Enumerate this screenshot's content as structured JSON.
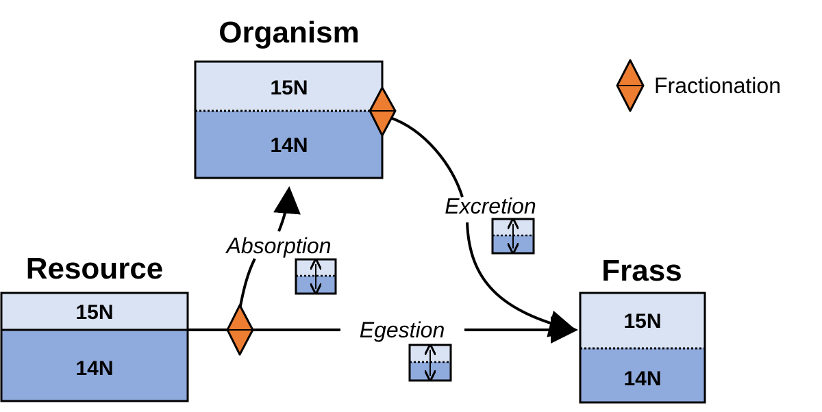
{
  "colors": {
    "light_blue": "#dae3f3",
    "dark_blue": "#8faadc",
    "orange": "#ed7d31",
    "outline": "#000000"
  },
  "legend": {
    "icon": "diamond-icon",
    "label": "Fractionation"
  },
  "pools": {
    "organism": {
      "title": "Organism",
      "upper": "15N",
      "lower": "14N"
    },
    "resource": {
      "title": "Resource",
      "upper": "15N",
      "lower": "14N"
    },
    "frass": {
      "title": "Frass",
      "upper": "15N",
      "lower": "14N"
    }
  },
  "flows": {
    "absorption": "Absorption",
    "excretion": "Excretion",
    "egestion": "Egestion"
  }
}
